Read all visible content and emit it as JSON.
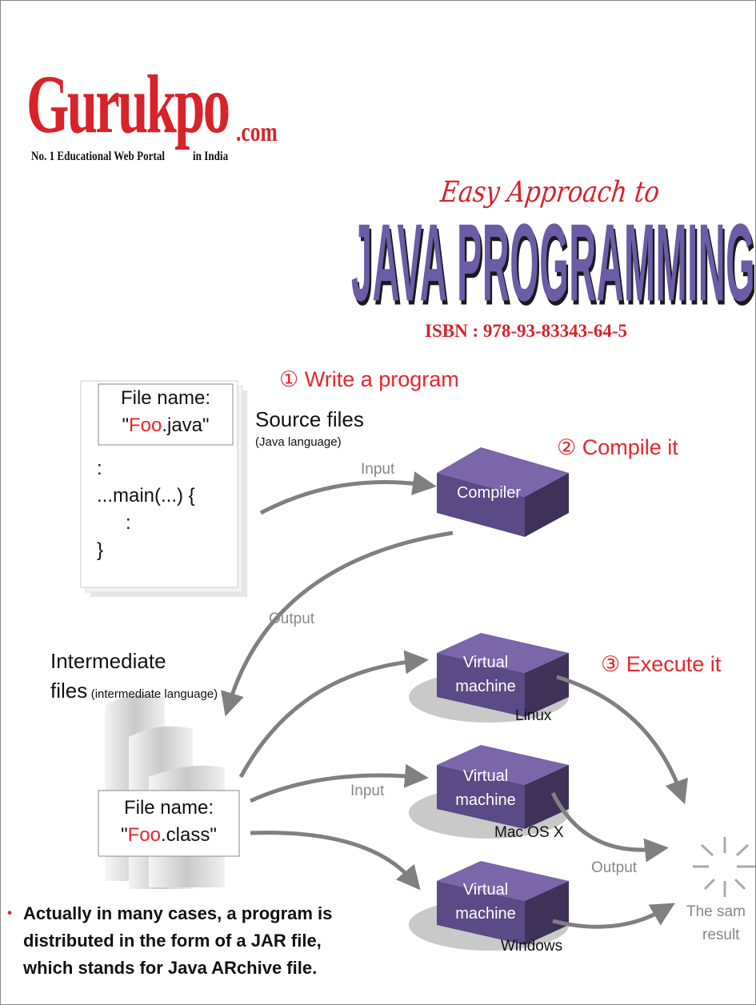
{
  "cover": {
    "logo": "Gurukpo",
    "logo_suffix": ".com",
    "tagline_left": "No. 1 Educational Web Portal",
    "tagline_right": "in India",
    "subtitle": "Easy Approach to",
    "title": "JAVA PROGRAMMING",
    "isbn": "ISBN : 978-93-83343-64-5"
  },
  "diagram": {
    "step1": "① Write a program",
    "step2": "② Compile it",
    "step3": "③ Execute it",
    "source_file": {
      "label_line1": "File name:",
      "quote_open": "\"",
      "name_red": "Foo",
      "ext": ".java\"",
      "code": [
        ":",
        "...main(...) {",
        ":",
        "}"
      ]
    },
    "source_files_label": "Source files",
    "source_files_sub": "(Java language)",
    "input_label": "Input",
    "output_label": "Output",
    "compiler_label": "Compiler",
    "intermediate_label": "Intermediate",
    "files_label": "files",
    "intermediate_sub": "(intermediate language)",
    "class_file": {
      "label_line1": "File name:",
      "quote_open": "\"",
      "name_red": "Foo",
      "ext": ".class\""
    },
    "vm_line1": "Virtual",
    "vm_line2": "machine",
    "platforms": [
      "Linux",
      "Mac OS X",
      "Windows"
    ],
    "input_label_2": "Input",
    "output_label_2": "Output",
    "result_line1": "The sam",
    "result_line2": "result",
    "note_bullet": "・",
    "note": [
      "Actually in many cases, a program is",
      "distributed in the form of a JAR file,",
      "which stands for Java ARchive file."
    ]
  },
  "colors": {
    "red": "#d8232a",
    "purple": "#6b5ca5",
    "cube_top": "#7a66a8",
    "cube_side": "#3e3258"
  }
}
